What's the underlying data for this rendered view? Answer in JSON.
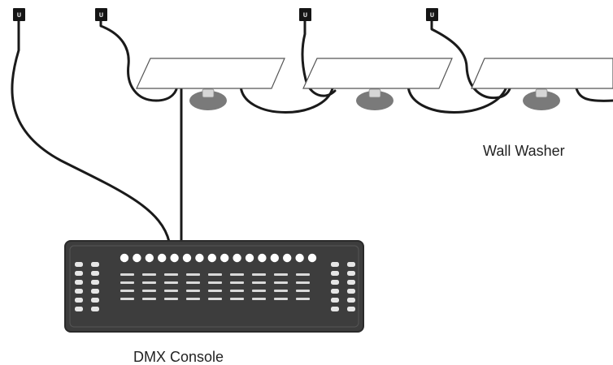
{
  "diagram": {
    "labels": {
      "fixture": "Wall Washer",
      "console": "DMX Console"
    },
    "plug_glyph": "ᑌ",
    "plugs": [
      {
        "name": "power-plug-1"
      },
      {
        "name": "power-plug-2"
      },
      {
        "name": "power-plug-3"
      },
      {
        "name": "power-plug-4"
      }
    ],
    "fixtures": [
      {
        "name": "wall-washer-1"
      },
      {
        "name": "wall-washer-2"
      },
      {
        "name": "wall-washer-3"
      }
    ],
    "console": {
      "fader_count": 9,
      "button_count": 16,
      "side_button_rows": 6
    },
    "colors": {
      "cable": "#1a1a1a",
      "console_body": "#3d3d3d",
      "console_edge": "#2a2a2a",
      "led": "#ffffff",
      "fixture_fill": "#ffffff",
      "clamp": "#7a7a7a"
    }
  }
}
